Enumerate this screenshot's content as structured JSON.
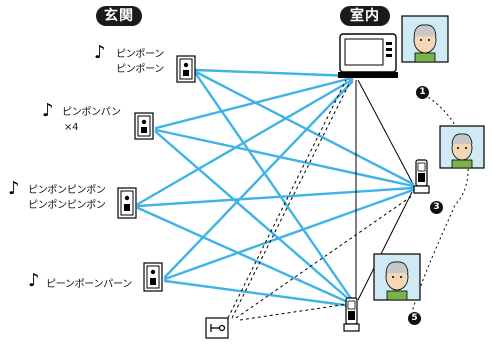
{
  "headers": {
    "entrance": "玄関",
    "indoor": "室内"
  },
  "chimes": [
    {
      "line1": "ピンポーン",
      "line2": "ピンポーン"
    },
    {
      "line1": "ピンポンパン",
      "line2": "×4"
    },
    {
      "line1": "ピンポンピンポン",
      "line2": "ピンポンピンポン"
    },
    {
      "line1": "ピーンポーンパーン",
      "line2": ""
    }
  ],
  "room_numbers": [
    "1",
    "3",
    "5"
  ],
  "icons": {
    "note": "music-note-icon",
    "door_station": "door-station-icon",
    "main_monitor": "master-monitor-icon",
    "handset": "wireless-handset-icon",
    "key": "electric-lock-icon",
    "face": "visitor-face-icon"
  },
  "colors": {
    "wire": "#3fb3e6",
    "header_bg": "#1a1a1a",
    "face_skin": "#f3d7b6",
    "face_bg": "#cfe9f5",
    "hair": "#c8c8c8"
  }
}
